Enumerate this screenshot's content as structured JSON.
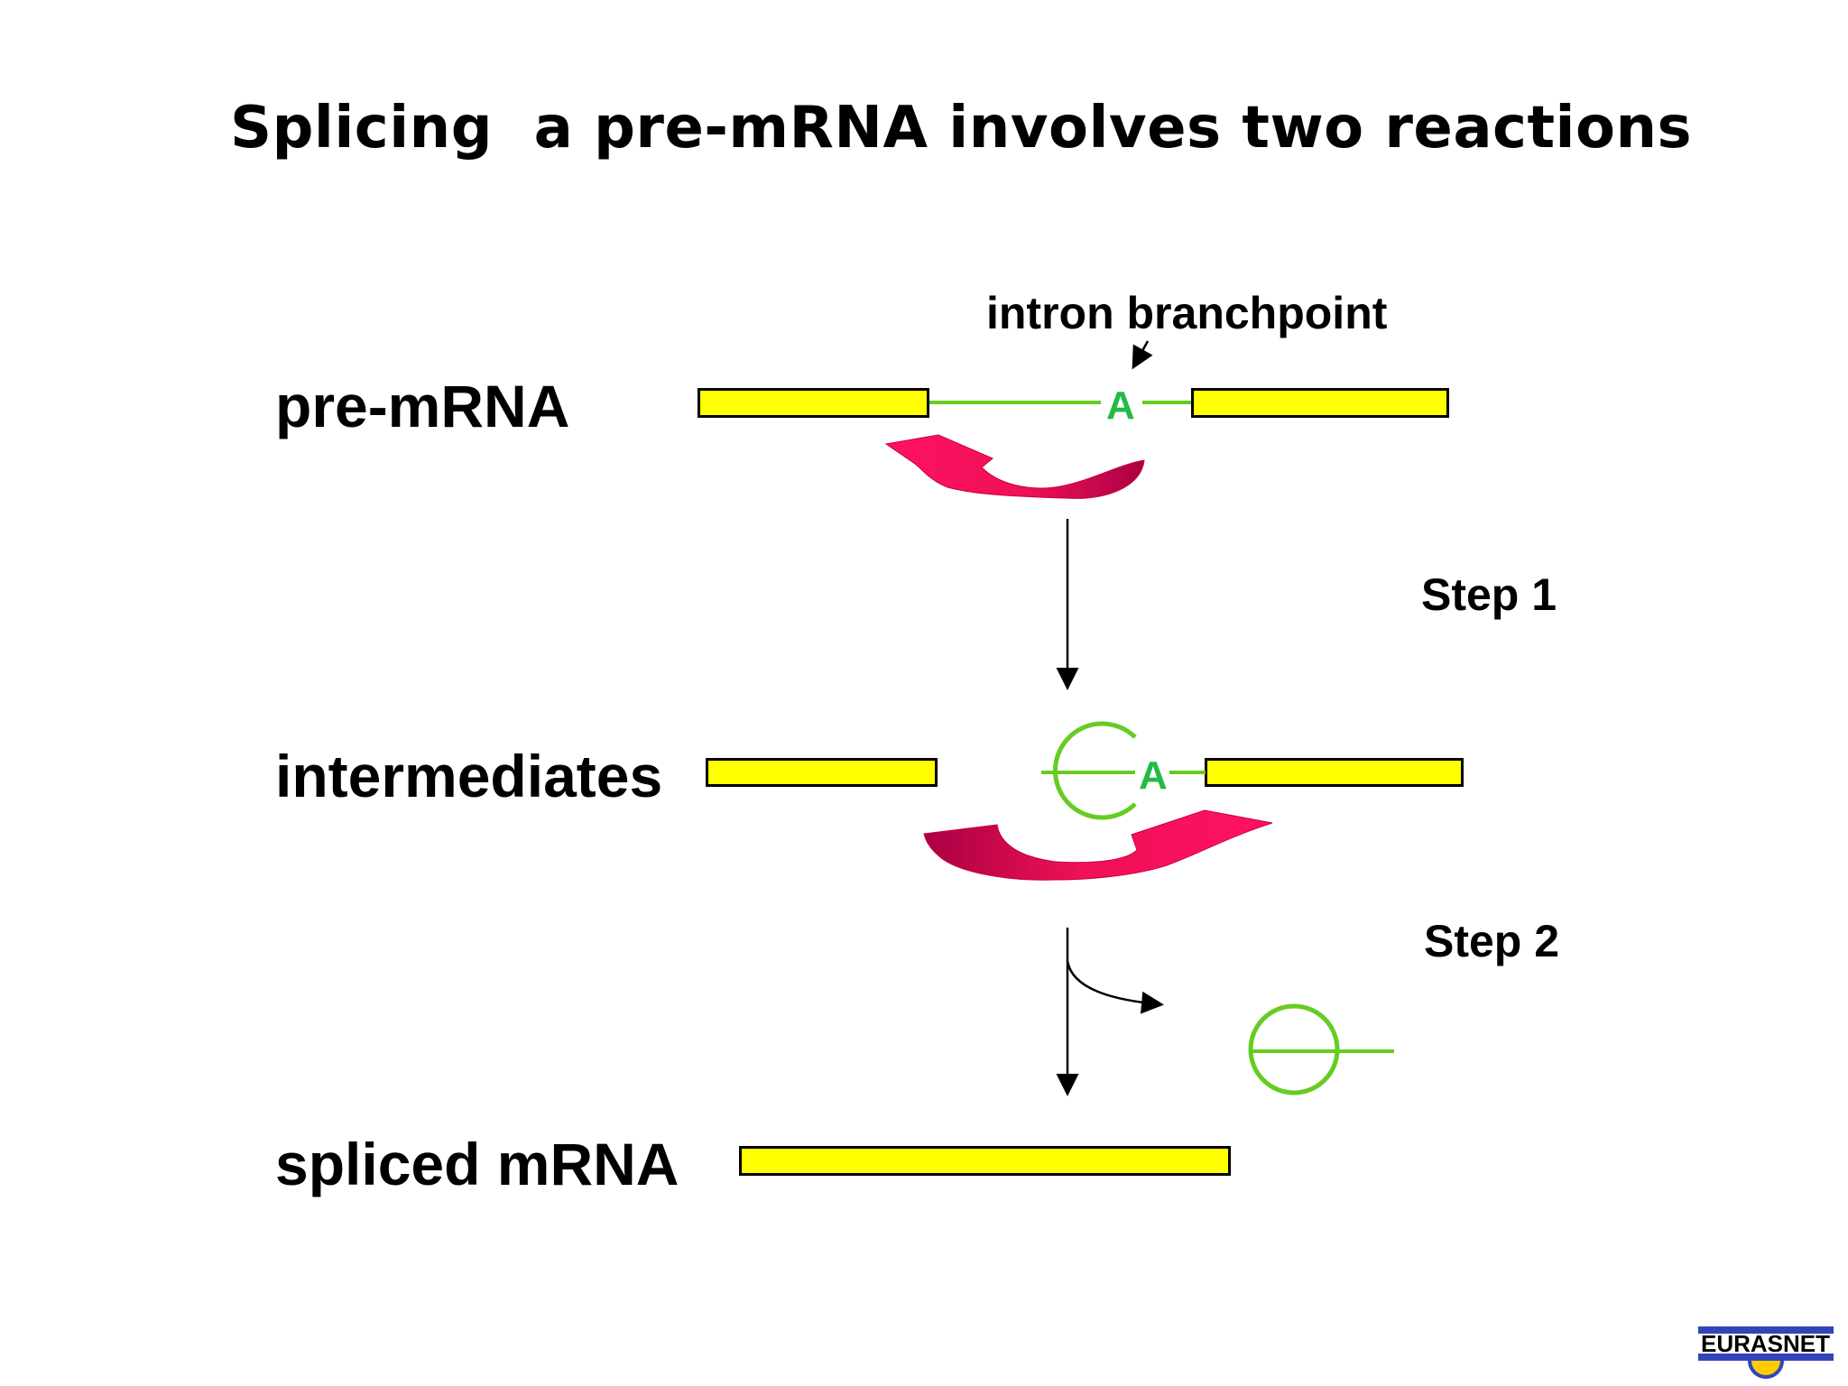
{
  "title": "Splicing  a pre-mRNA involves two reactions",
  "rows": {
    "pre_mrna": "pre-mRNA",
    "intermediates": "intermediates",
    "spliced": "spliced mRNA"
  },
  "labels": {
    "branchpoint": "intron branchpoint",
    "step1": "Step 1",
    "step2": "Step 2",
    "adenosine": "A"
  },
  "logo": {
    "text": "EURASNET"
  },
  "colors": {
    "exon": "#ffff00",
    "intron": "#66cc22",
    "adenosine": "#22bb44",
    "arrow_light": "#ff1166",
    "arrow_dark": "#aa0044"
  }
}
